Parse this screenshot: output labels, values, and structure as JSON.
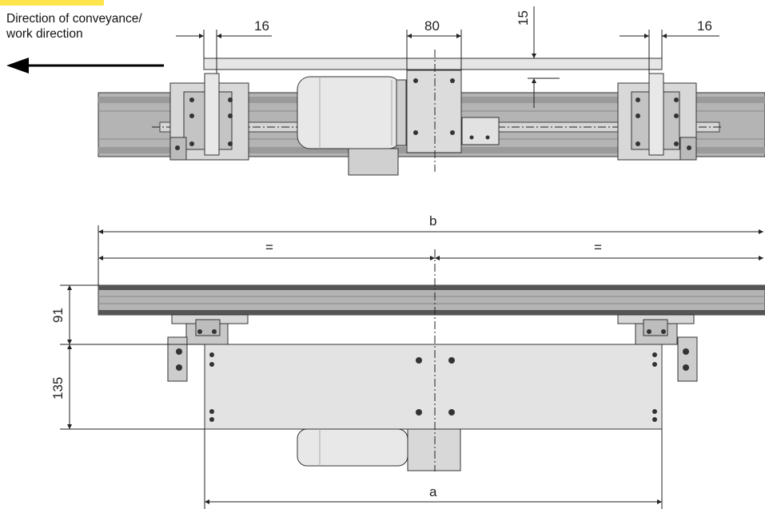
{
  "direction_note": {
    "line1": "Direction of conveyance/",
    "line2": "work direction"
  },
  "dimensions": {
    "top_left_gap": "16",
    "top_right_gap": "16",
    "plate_width": "80",
    "height_offset": "15",
    "overall_length": "b",
    "half_left": "=",
    "half_right": "=",
    "profile_height": "91",
    "plate_height": "135",
    "plate_length": "a"
  },
  "colors": {
    "highlight": "#ffe54d",
    "profile_dark": "#8f8f8f",
    "profile_mid": "#b4b4b4",
    "part_light": "#dcdcdc",
    "plate": "#e3e3e3",
    "line": "#222222"
  }
}
